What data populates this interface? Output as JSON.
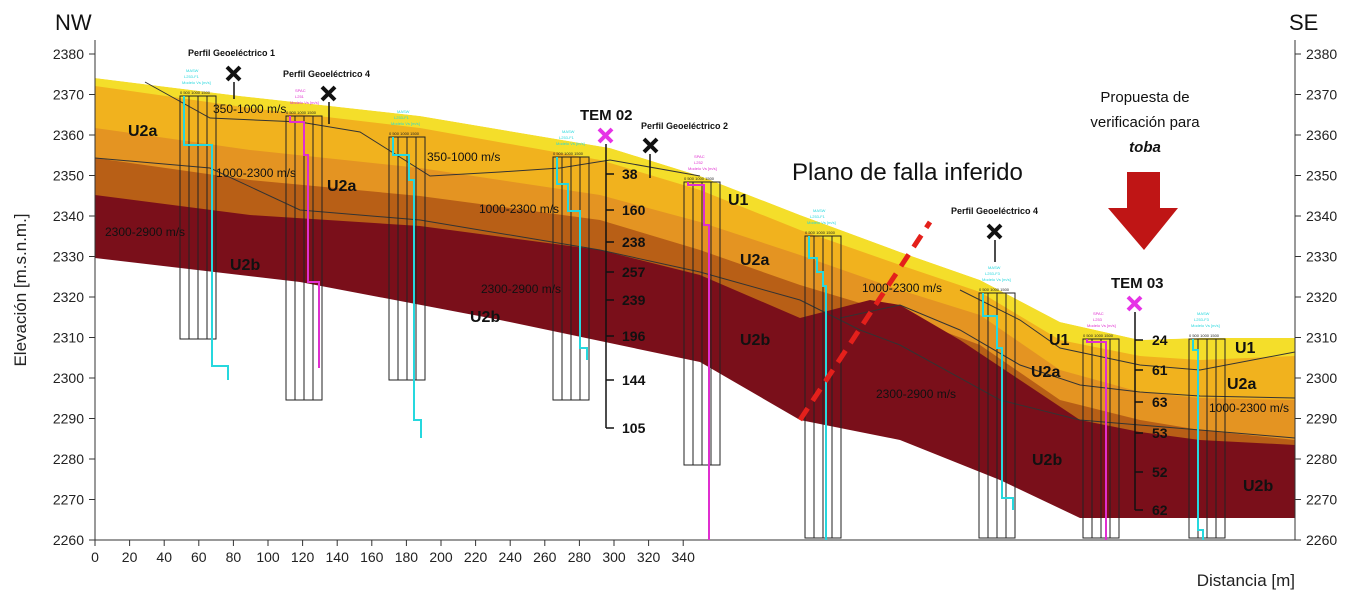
{
  "corners": {
    "left": "NW",
    "right": "SE"
  },
  "axes": {
    "y_title": "Elevación [m.s.n.m.]",
    "x_title": "Distancia [m]",
    "y_ticks": [
      "2380",
      "2370",
      "2360",
      "2350",
      "2340",
      "2330",
      "2320",
      "2310",
      "2300",
      "2290",
      "2280",
      "2270",
      "2260"
    ],
    "x_ticks": [
      "0",
      "20",
      "40",
      "60",
      "80",
      "100",
      "120",
      "140",
      "160",
      "180",
      "200",
      "220",
      "240",
      "260",
      "280",
      "300",
      "320",
      "340"
    ]
  },
  "units": {
    "u2a_1": "U2a",
    "u2a_2": "U2a",
    "u2a_3": "U2a",
    "u2a_4": "U2a",
    "u2b_1": "U2b",
    "u2b_2": "U2b",
    "u2b_3": "U2b",
    "u2b_4": "U2b",
    "u2b_5": "U2b",
    "u1_1": "U1",
    "u1_2": "U1",
    "u1_3": "U1"
  },
  "velocities": {
    "v1": "350-1000 m/s",
    "v2": "350-1000 m/s",
    "v3": "1000-2300 m/s",
    "v4": "1000-2300 m/s",
    "v5": "1000-2300 m/s",
    "v6": "1000-2300 m/s",
    "v7": "2300-2900 m/s",
    "v8": "2300-2900 m/s",
    "v9": "2300-2900 m/s"
  },
  "geoelectric": {
    "p1": "Perfil Geoeléctrico 1",
    "p4a": "Perfil Geoeléctrico 4",
    "p2": "Perfil Geoeléctrico 2",
    "p4b": "Perfil Geoeléctrico 4"
  },
  "tem02": {
    "title": "TEM  02",
    "values": [
      "38",
      "160",
      "238",
      "257",
      "239",
      "196",
      "144",
      "105"
    ]
  },
  "tem03": {
    "title": "TEM  03",
    "values": [
      "24",
      "61",
      "63",
      "53",
      "52",
      "62"
    ]
  },
  "fault_label": "Plano de falla inferido",
  "proposal": {
    "line1": "Propuesta de",
    "line2": "verificación para",
    "line3": "toba"
  },
  "logs": {
    "masw_label": "MASW",
    "spac_label": "SPAC",
    "model_label": "Modelo Vs [m/s]",
    "l1": "L253-F1",
    "l2": "L251",
    "l3": "L253-F1",
    "l4": "L253-F1",
    "l5": "L252",
    "l6": "L253-F1",
    "l7": "L253-F3",
    "l8": "L253",
    "l9": "L253-F3",
    "scale": "0  500  1000  1500"
  },
  "colors": {
    "u1": "#f4de2a",
    "u2a_light": "#f1b21e",
    "u2a_mid": "#e49422",
    "u2a_dark": "#b85f16",
    "u2b": "#7a0f1a",
    "deep": "#6b1d3a",
    "masw": "#26d8de",
    "spac": "#e02fd0",
    "fault": "#e4201b",
    "arrow": "#bf1515"
  }
}
